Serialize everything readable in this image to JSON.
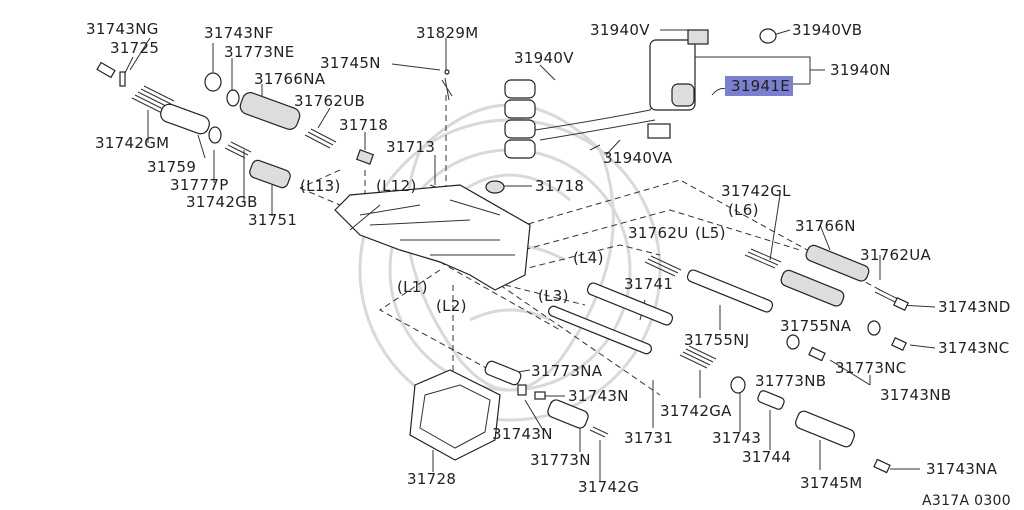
{
  "diagram": {
    "footer_code": "A317A 0300",
    "highlight_color": "#7b7fd0",
    "labels": {
      "p31743NG": "31743NG",
      "p31725": "31725",
      "p31742GM": "31742GM",
      "p31759": "31759",
      "p31777P": "31777P",
      "p31742GB": "31742GB",
      "p31751": "31751",
      "p31743NF": "31743NF",
      "p31773NE": "31773NE",
      "p31766NA": "31766NA",
      "p31762UB": "31762UB",
      "p31745N": "31745N",
      "p31829M": "31829M",
      "p31718a": "31718",
      "p31718b": "31718",
      "p31713": "31713",
      "L13": "(L13)",
      "L12": "(L12)",
      "p31940V_top": "31940V",
      "p31940V_mid": "31940V",
      "p31940VB": "31940VB",
      "p31940N": "31940N",
      "p31941E": "31941E",
      "p31940VA": "31940VA",
      "p31742GL": "31742GL",
      "L6": "(L6)",
      "p31766N": "31766N",
      "p31762U": "31762U",
      "L5": "(L5)",
      "p31762UA": "31762UA",
      "L4": "(L4)",
      "p31743ND": "31743ND",
      "L3": "(L3)",
      "p31741": "31741",
      "p31755NA": "31755NA",
      "L1": "(L1)",
      "L2": "(L2)",
      "p31755NJ": "31755NJ",
      "p31773NC": "31773NC",
      "p31743NC": "31743NC",
      "p31773NA": "31773NA",
      "p31773NB": "31773NB",
      "p31743NB": "31743NB",
      "p31743N_a": "31743N",
      "p31743N_b": "31743N",
      "p31742GA": "31742GA",
      "p31731": "31731",
      "p31743": "31743",
      "p31773N": "31773N",
      "p31744": "31744",
      "p31728": "31728",
      "p31742G": "31742G",
      "p31745M": "31745M",
      "p31743NA": "31743NA"
    }
  }
}
